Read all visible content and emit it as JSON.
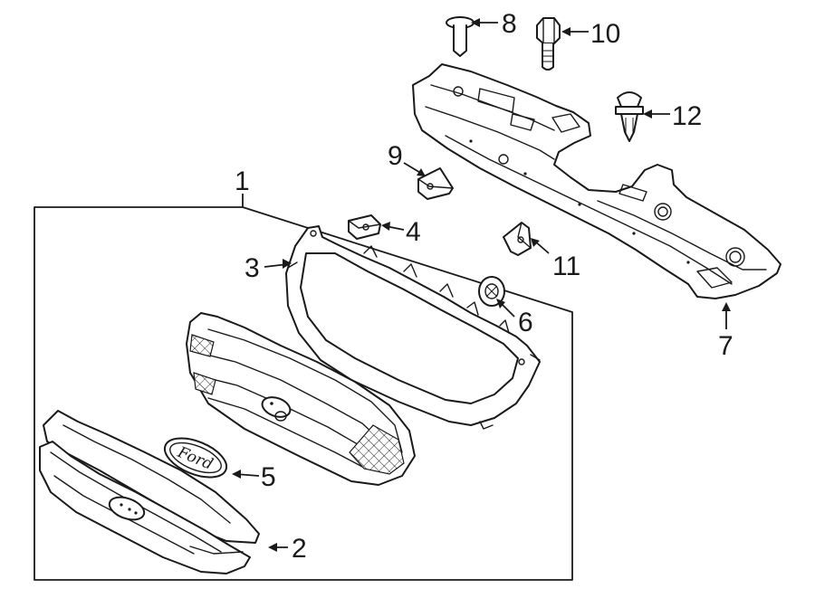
{
  "callouts": [
    {
      "key": "c1",
      "text": "1"
    },
    {
      "key": "c2",
      "text": "2"
    },
    {
      "key": "c3",
      "text": "3"
    },
    {
      "key": "c4",
      "text": "4"
    },
    {
      "key": "c5",
      "text": "5"
    },
    {
      "key": "c6",
      "text": "6"
    },
    {
      "key": "c7",
      "text": "7"
    },
    {
      "key": "c8",
      "text": "8"
    },
    {
      "key": "c9",
      "text": "9"
    },
    {
      "key": "c10",
      "text": "10"
    },
    {
      "key": "c11",
      "text": "11"
    },
    {
      "key": "c12",
      "text": "12"
    }
  ],
  "emblem": {
    "text": "Ford"
  },
  "colors": {
    "line": "#1a1a1a",
    "background": "#ffffff"
  }
}
